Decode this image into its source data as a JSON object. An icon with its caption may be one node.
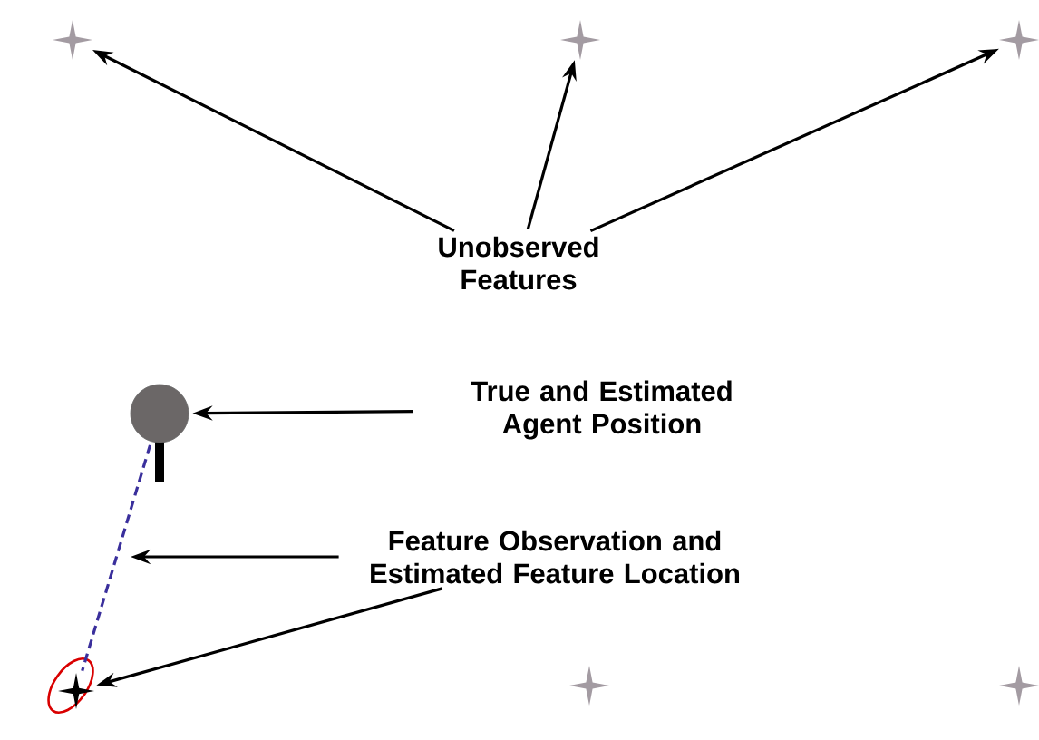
{
  "diagram": {
    "nodes": [
      {
        "text": [
          "Unobserved Features"
        ]
      },
      {
        "text": [],
        "shape": "star"
      },
      {
        "text": [],
        "shape": "star"
      },
      {
        "text": [],
        "shape": "star"
      },
      {
        "text": [
          "True and Estimated Agent Position"
        ]
      },
      {
        "text": [],
        "shape": "circle"
      },
      {
        "text": [
          "Feature Observation and Estimated Feature Location"
        ]
      },
      {
        "text": [],
        "shape": "star"
      },
      {
        "text": [],
        "shape": "star"
      },
      {
        "text": [],
        "shape": "star"
      }
    ],
    "edges": [
      {
        "from": 0,
        "to": 1,
        "arrow": "to"
      },
      {
        "from": 0,
        "to": 2,
        "arrow": "to"
      },
      {
        "from": 0,
        "to": 3,
        "arrow": "to"
      },
      {
        "from": 4,
        "to": 5,
        "arrow": "to"
      },
      {
        "from": 6,
        "to": null,
        "arrow": "to"
      },
      {
        "from": 6,
        "to": 7,
        "arrow": "to"
      },
      {
        "from": 5,
        "to": 7,
        "arrow": "none",
        "style": "dashed",
        "color": "#3a2f9c"
      }
    ]
  }
}
